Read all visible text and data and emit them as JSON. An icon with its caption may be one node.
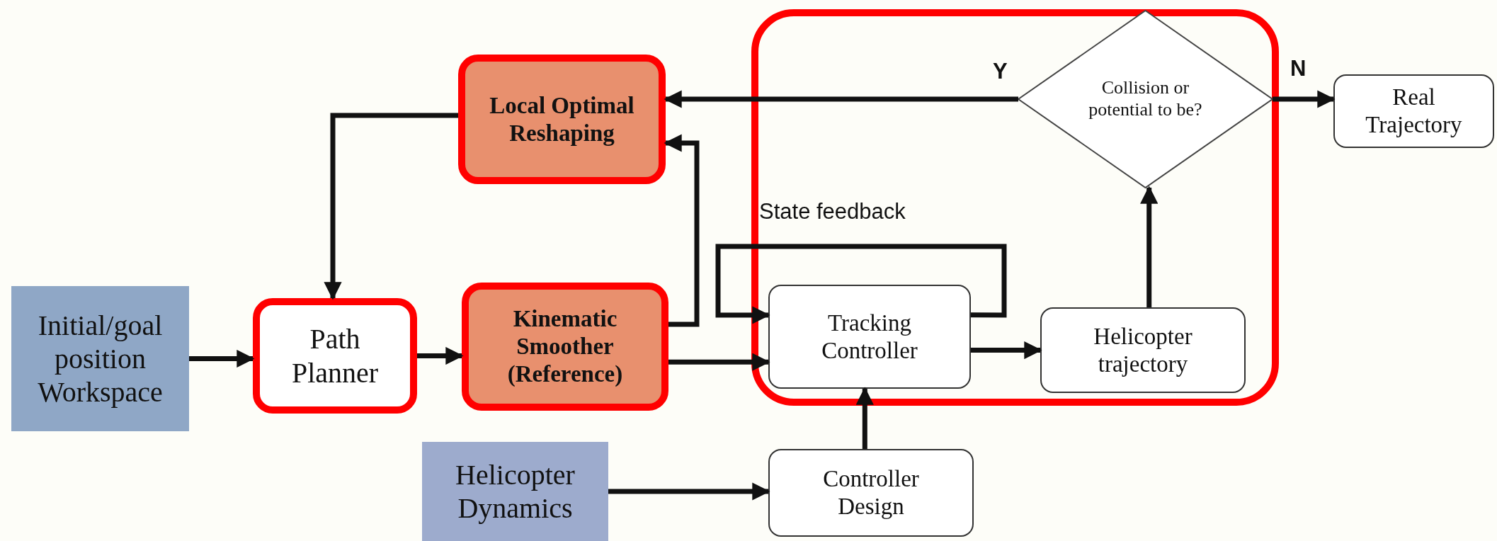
{
  "diagram": {
    "nodes": [
      {
        "text": [
          "Initial/goal position Workspace"
        ]
      },
      {
        "text": [
          "Path Planner"
        ]
      },
      {
        "text": [
          "Kinematic Smoother (Reference)"
        ]
      },
      {
        "text": [
          "Local Optimal Reshaping"
        ]
      },
      {
        "text": [],
        "shape": "box"
      },
      {
        "text": [
          "Collision or potential to be?"
        ],
        "in": 4
      },
      {
        "text": [
          "Real Trajectory"
        ]
      },
      {
        "text": [
          "Tracking Controller"
        ],
        "in": 4
      },
      {
        "text": [
          "Helicopter trajectory"
        ],
        "in": 4
      },
      {
        "text": [
          "Helicopter Dynamics"
        ]
      },
      {
        "text": [
          "Controller Design"
        ]
      }
    ],
    "edges": [
      {
        "from": 0,
        "to": 1,
        "arrow": "to"
      },
      {
        "from": 1,
        "to": 2,
        "arrow": "to"
      },
      {
        "from": 2,
        "to": 7,
        "arrow": "to"
      },
      {
        "from": 2,
        "to": 3,
        "arrow": "to"
      },
      {
        "from": 3,
        "to": 1,
        "arrow": "to"
      },
      {
        "from": 7,
        "to": 7,
        "arrow": "to",
        "label": "State feedback"
      },
      {
        "from": 7,
        "to": 8,
        "arrow": "to"
      },
      {
        "from": 8,
        "to": 5,
        "arrow": "to"
      },
      {
        "from": 5,
        "to": 3,
        "arrow": "to",
        "label": "Y"
      },
      {
        "from": 5,
        "to": 6,
        "arrow": "to",
        "label": "N"
      },
      {
        "from": 9,
        "to": 10,
        "arrow": "to"
      },
      {
        "from": 10,
        "to": 7,
        "arrow": "to"
      }
    ]
  }
}
